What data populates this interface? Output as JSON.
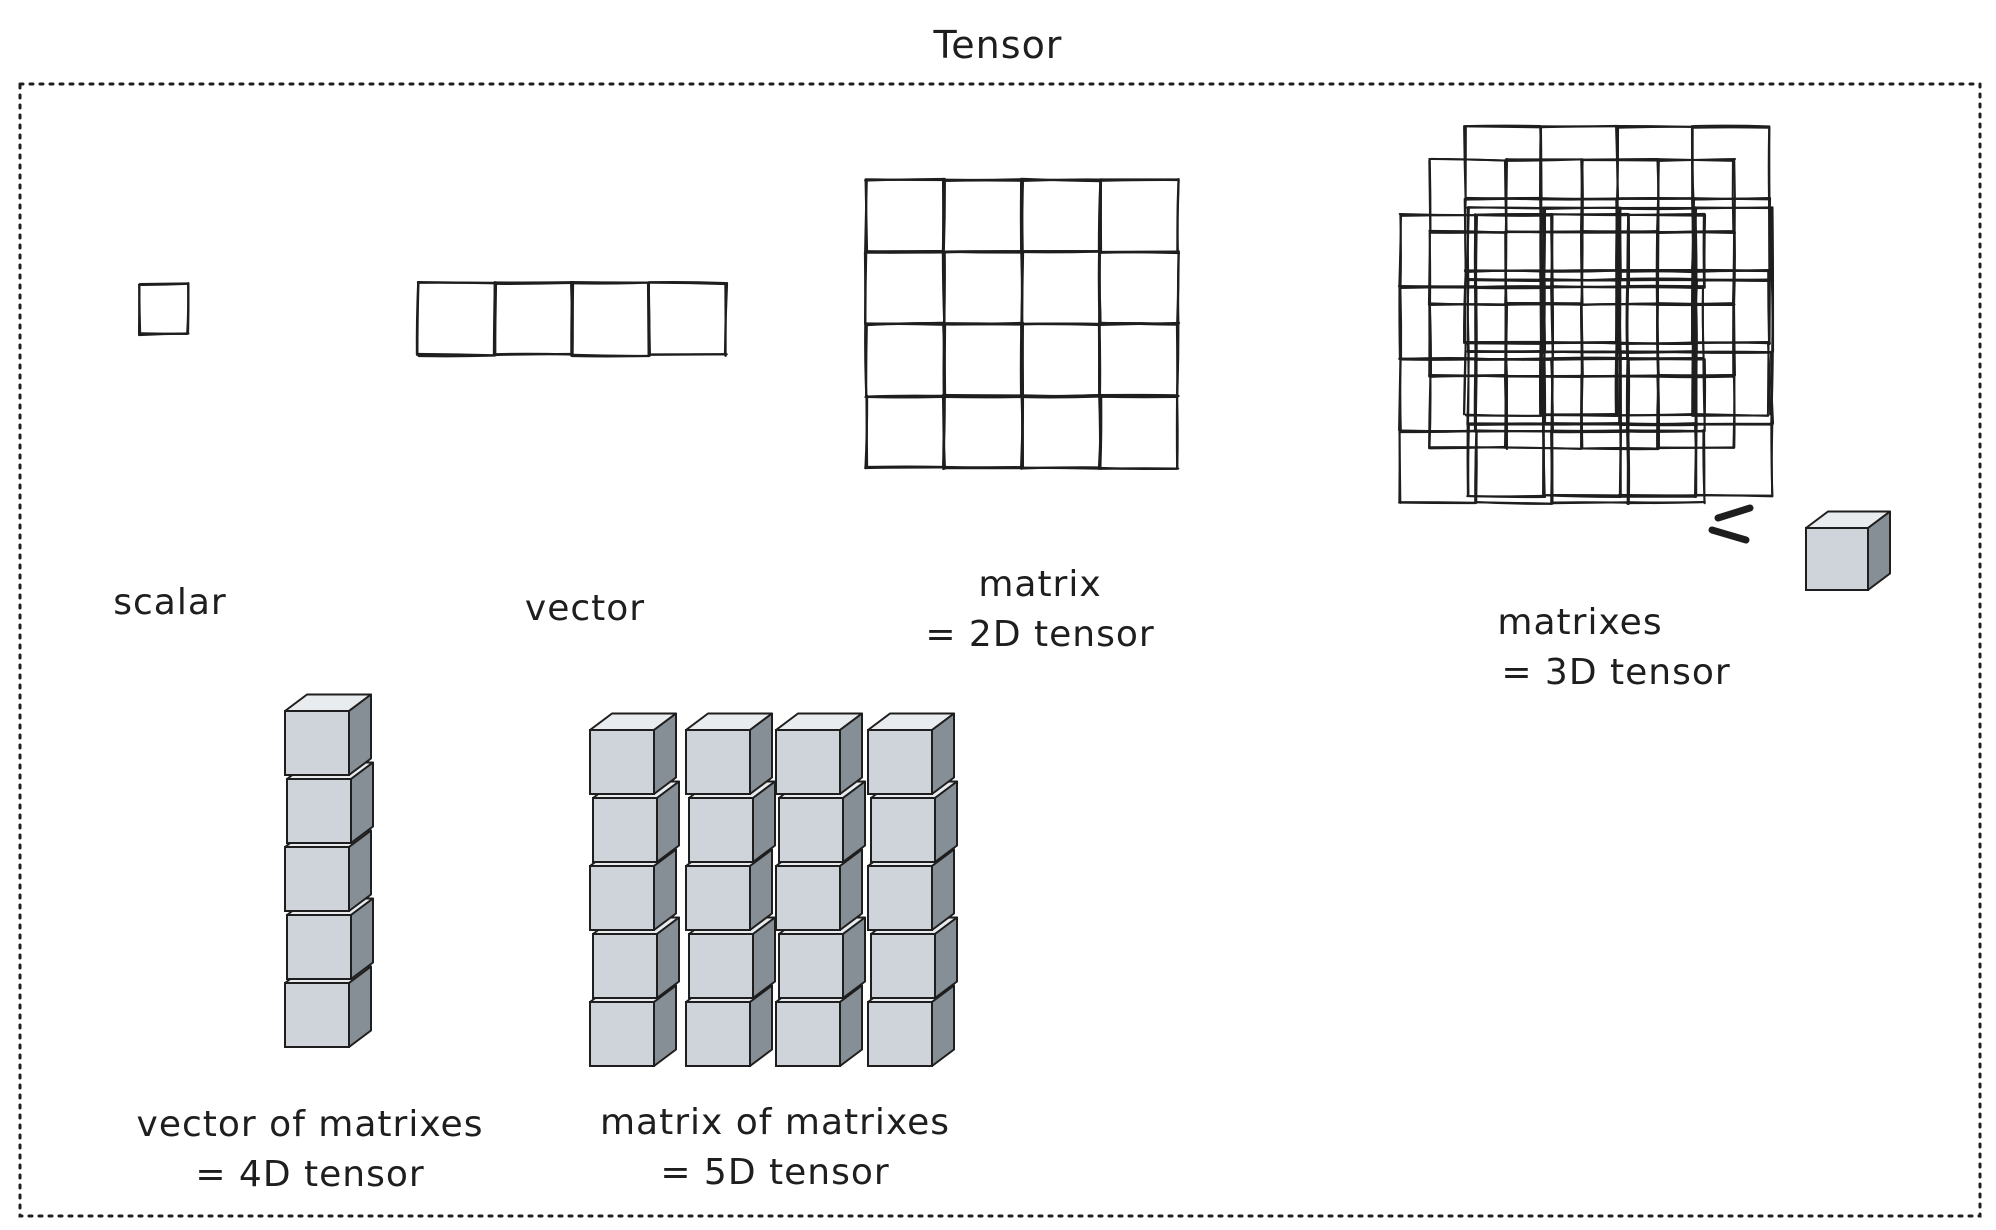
{
  "title": "Tensor",
  "labels": {
    "scalar": "scalar",
    "vector": "vector",
    "matrix_l1": "matrix",
    "matrix_l2": "= 2D tensor",
    "matrixes_l1": "matrixes",
    "matrixes_l2": "= 3D tensor",
    "vom_l1": "vector of matrixes",
    "vom_l2": "= 4D tensor",
    "mom_l1": "matrix of matrixes",
    "mom_l2": "= 5D tensor",
    "equals_sign": "="
  },
  "colors": {
    "stroke": "#1e1e1e",
    "cube_front": "#ced4da",
    "cube_top": "#e9ecef",
    "cube_side": "#868e96",
    "frame": "#1e1e1e"
  }
}
